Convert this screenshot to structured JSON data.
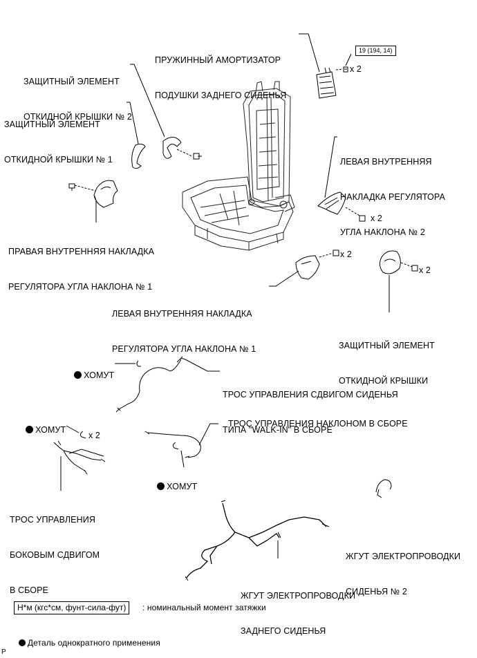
{
  "labels": {
    "rear_cushion_spring": [
      "ПРУЖИННЫЙ АМОРТИЗАТОР",
      "ПОДУШКИ ЗАДНЕГО СИДЕНЬЯ"
    ],
    "hinge_cover_2": [
      "ЗАЩИТНЫЙ ЭЛЕМЕНТ",
      "ОТКИДНОЙ КРЫШКИ № 2"
    ],
    "hinge_cover_1": [
      "ЗАЩИТНЫЙ ЭЛЕМЕНТ",
      "ОТКИДНОЙ КРЫШКИ № 1"
    ],
    "left_inner_recliner_2": [
      "ЛЕВАЯ ВНУТРЕННЯЯ",
      "НАКЛАДКА РЕГУЛЯТОРА",
      "УГЛА НАКЛОНА № 2"
    ],
    "right_inner_recliner_1": [
      "ПРАВАЯ ВНУТРЕННЯЯ НАКЛАДКА",
      "РЕГУЛЯТОРА УГЛА НАКЛОНА № 1"
    ],
    "left_inner_recliner_1": [
      "ЛЕВАЯ ВНУТРЕННЯЯ НАКЛАДКА",
      "РЕГУЛЯТОРА УГЛА НАКЛОНА № 1"
    ],
    "hinge_cover": [
      "ЗАЩИТНЫЙ ЭЛЕМЕНТ",
      "ОТКИДНОЙ КРЫШКИ"
    ],
    "walkin_cable": [
      "ТРОС УПРАВЛЕНИЯ СДВИГОМ СИДЕНЬЯ",
      "ТИПА \"WALK-IN\" В СБОРЕ"
    ],
    "recline_cable": "ТРОС УПРАВЛЕНИЯ НАКЛОНОМ В СБОРЕ",
    "side_shift_cable": [
      "ТРОС УПРАВЛЕНИЯ",
      "БОКОВЫМ СДВИГОМ",
      "В СБОРЕ"
    ],
    "seat_wire_2": [
      "ЖГУТ ЭЛЕКТРОПРОВОДКИ",
      "СИДЕНЬЯ № 2"
    ],
    "rear_seat_wire": [
      "ЖГУТ ЭЛЕКТРОПРОВОДКИ",
      "ЗАДНЕГО СИДЕНЬЯ"
    ],
    "clamp": "ХОМУТ"
  },
  "quantities": {
    "x2": "x 2"
  },
  "torque": {
    "spec": "19 (194, 14)"
  },
  "legend": {
    "torque_units": "Н*м (кгс*см, фунт-сила-фут)",
    "torque_desc": ": номинальный момент затяжки",
    "single_use": "Деталь однократного применения"
  },
  "corner_code": "P"
}
